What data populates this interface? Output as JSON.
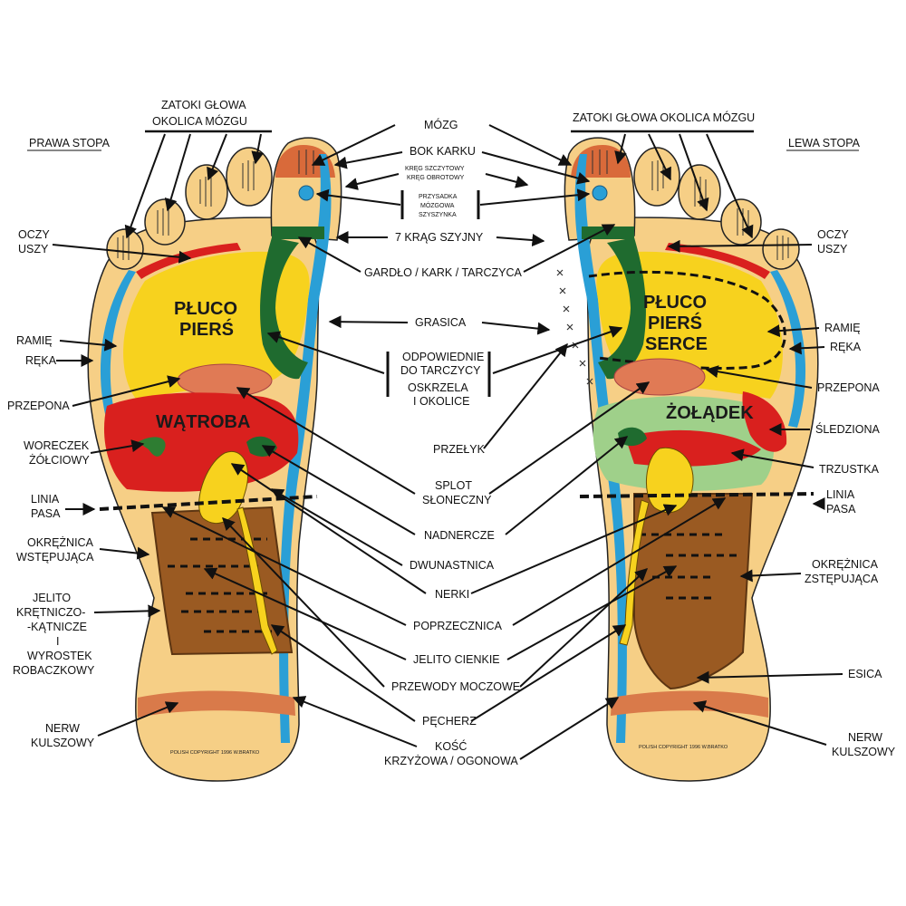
{
  "feet": {
    "right_title": "PRAWA STOPA",
    "left_title": "LEWA STOPA",
    "copyright": "POLISH COPYRIGHT 1996 W.BRATKO"
  },
  "zones": {
    "right_lung": [
      "PŁUCO",
      "PIERŚ"
    ],
    "right_liver": "WĄTROBA",
    "left_lung": [
      "PŁUCO",
      "PIERŚ",
      "SERCE"
    ],
    "left_stomach": "ŻOŁĄDEK"
  },
  "labels_left_side": {
    "sinuses": [
      "ZATOKI GŁOWA",
      "OKOLICA MÓZGU"
    ],
    "eyes_ears": [
      "OCZY",
      "USZY"
    ],
    "shoulder": "RAMIĘ",
    "arm": "RĘKA",
    "diaphragm": "PRZEPONA",
    "gallbladder": [
      "WORECZEK",
      "ŻÓŁCIOWY"
    ],
    "waistline": [
      "LINIA",
      "PASA"
    ],
    "ascending_colon": [
      "OKRĘŻNICA",
      "WSTĘPUJĄCA"
    ],
    "ileocecal": [
      "JELITO",
      "KRĘTNICZO-",
      "-KĄTNICZE",
      "I",
      "WYROSTEK",
      "ROBACZKOWY"
    ],
    "sciatic": [
      "NERW",
      "KULSZOWY"
    ]
  },
  "labels_center": {
    "brain": "MÓZG",
    "neck_side": "BOK KARKU",
    "atlas_axis": [
      "KRĘG SZCZYTOWY",
      "KRĘG OBROTOWY"
    ],
    "pituitary": [
      "PRZYSADKA",
      "MÓZGOWA",
      "SZYSZYNKA"
    ],
    "cervical": "7 KRĄG SZYJNY",
    "throat": "GARDŁO / KARK / TARCZYCA",
    "thymus": "GRASICA",
    "thyroid_bronchi": [
      "ODPOWIEDNIE",
      "DO TARCZYCY",
      "OSKRZELA",
      "I OKOLICE"
    ],
    "esophagus": "PRZEŁYK",
    "solar_plexus": [
      "SPLOT",
      "SŁONECZNY"
    ],
    "adrenals": "NADNERCZE",
    "duodenum": "DWUNASTNICA",
    "kidneys": "NERKI",
    "transverse_colon": "POPRZECZNICA",
    "small_intestine": "JELITO CIENKIE",
    "ureters": "PRZEWODY MOCZOWE",
    "bladder": "PĘCHERZ",
    "sacrum_coccyx": [
      "KOŚĆ",
      "KRZYŻOWA / OGONOWA"
    ]
  },
  "labels_right_side": {
    "sinuses": "ZATOKI GŁOWA OKOLICA MÓZGU",
    "eyes_ears": [
      "OCZY",
      "USZY"
    ],
    "shoulder": "RAMIĘ",
    "arm": "RĘKA",
    "diaphragm": "PRZEPONA",
    "spleen": "ŚLEDZIONA",
    "pancreas": "TRZUSTKA",
    "waistline": [
      "LINIA",
      "PASA"
    ],
    "descending_colon": [
      "OKRĘŻNICA",
      "ZSTĘPUJĄCA"
    ],
    "sigmoid": "ESICA",
    "sciatic": [
      "NERW",
      "KULSZOWY"
    ]
  },
  "colors": {
    "skin": "#f6cf86",
    "lung": "#f7d21e",
    "liver": "#d9201e",
    "spine_blue": "#2a9fd6",
    "green": "#1f6b2f",
    "colon": "#9a5a22",
    "diaphragm": "#e07a55",
    "stomach_green": "#9fd08a",
    "heel_band": "#d97a4a"
  }
}
